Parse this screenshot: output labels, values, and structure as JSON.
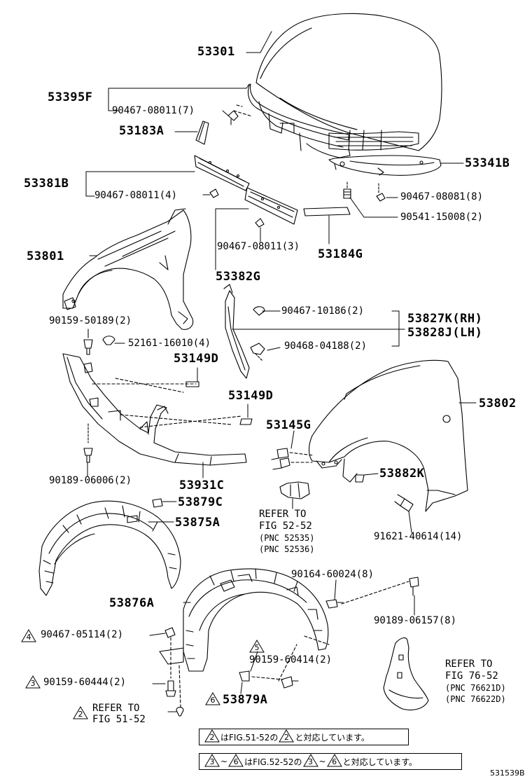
{
  "parts": {
    "p53301": "53301",
    "p53395F": "53395F",
    "p90467_08011_7": "90467-08011(7)",
    "p53183A": "53183A",
    "p53341B": "53341B",
    "p53381B": "53381B",
    "p90467_08011_4": "90467-08011(4)",
    "p90467_08081_8": "90467-08081(8)",
    "p90541_15008_2": "90541-15008(2)",
    "p53801": "53801",
    "p90467_08011_3": "90467-08011(3)",
    "p53184G": "53184G",
    "p53382G": "53382G",
    "p90467_10186_2": "90467-10186(2)",
    "p53827K": "53827K(RH)",
    "p53828J": "53828J(LH)",
    "p90159_50189_2": "90159-50189(2)",
    "p52161_16010_4": "52161-16010(4)",
    "p90468_04188_2": "90468-04188(2)",
    "p53149D_a": "53149D",
    "p53149D_b": "53149D",
    "p53802": "53802",
    "p53145G": "53145G",
    "p90189_06006_2": "90189-06006(2)",
    "p53931C": "53931C",
    "p53882K": "53882K",
    "p53879C": "53879C",
    "p53875A": "53875A",
    "p91621_40614_14": "91621-40614(14)",
    "p90164_60024_8": "90164-60024(8)",
    "p53876A": "53876A",
    "p90189_06157_8": "90189-06157(8)",
    "p90467_05114_2": "90467-05114(2)",
    "p90159_60414_2": "90159-60414(2)",
    "p90159_60444_2": "90159-60444(2)",
    "p53879A": "53879A"
  },
  "triangles": {
    "t4": "4",
    "t5": "5",
    "t3": "3",
    "t6": "6",
    "t2": "2"
  },
  "refs": {
    "fig5252_line1": "REFER TO",
    "fig5252_line2": "FIG 52-52",
    "fig5252_pnc1": "(PNC 52535)",
    "fig5252_pnc2": "(PNC 52536)",
    "fig7652_line1": "REFER TO",
    "fig7652_line2": "FIG 76-52",
    "fig7652_pnc1": "(PNC 76621D)",
    "fig7652_pnc2": "(PNC 76622D)",
    "fig5152_line1": "REFER TO",
    "fig5152_line2": "FIG 51-52"
  },
  "notes": {
    "note1_num": "2",
    "note1_mid": "はFIG.51-52の",
    "note1_num2": "2",
    "note1_end": "と対応しています。",
    "note2_num": "3",
    "note2_tilde": "~",
    "note2_num2": "6",
    "note2_mid": "はFIG.52-52の",
    "note2_num3": "3",
    "note2_tilde2": "~",
    "note2_num4": "6",
    "note2_end": "と対応しています。"
  },
  "doc_number": "531539B"
}
